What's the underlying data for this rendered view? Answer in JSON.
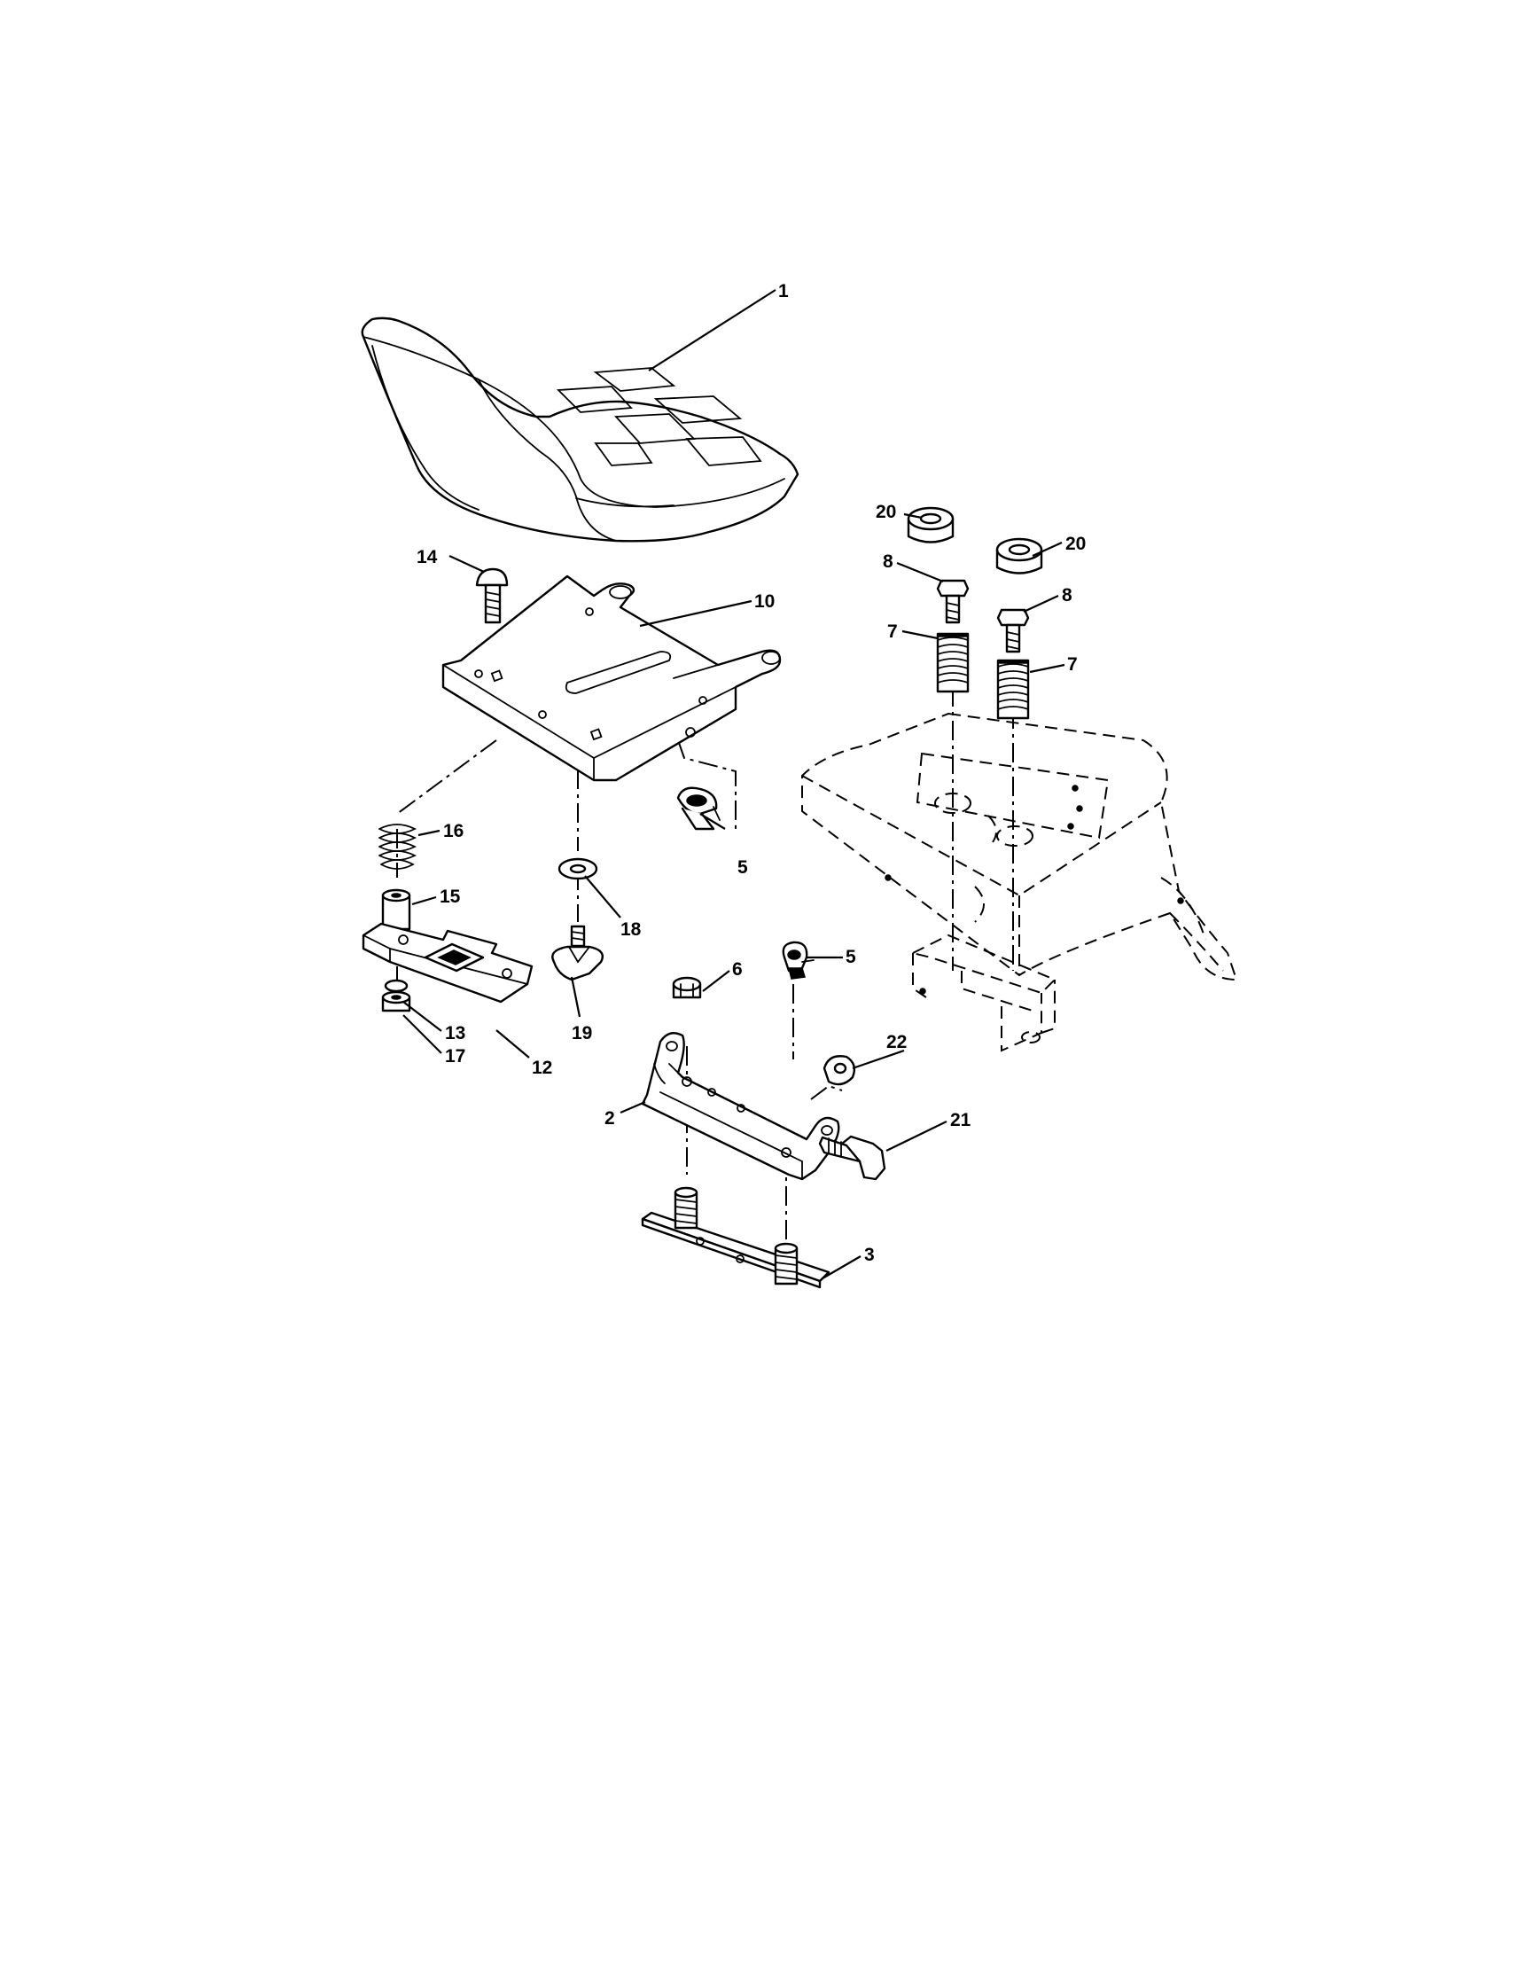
{
  "callouts": {
    "c1": "1",
    "c2": "2",
    "c3": "3",
    "c5a": "5",
    "c5b": "5",
    "c6": "6",
    "c7a": "7",
    "c7b": "7",
    "c8a": "8",
    "c8b": "8",
    "c10": "10",
    "c12": "12",
    "c13": "13",
    "c14": "14",
    "c15": "15",
    "c16": "16",
    "c17": "17",
    "c18": "18",
    "c19": "19",
    "c20a": "20",
    "c20b": "20",
    "c21": "21",
    "c22": "22"
  }
}
